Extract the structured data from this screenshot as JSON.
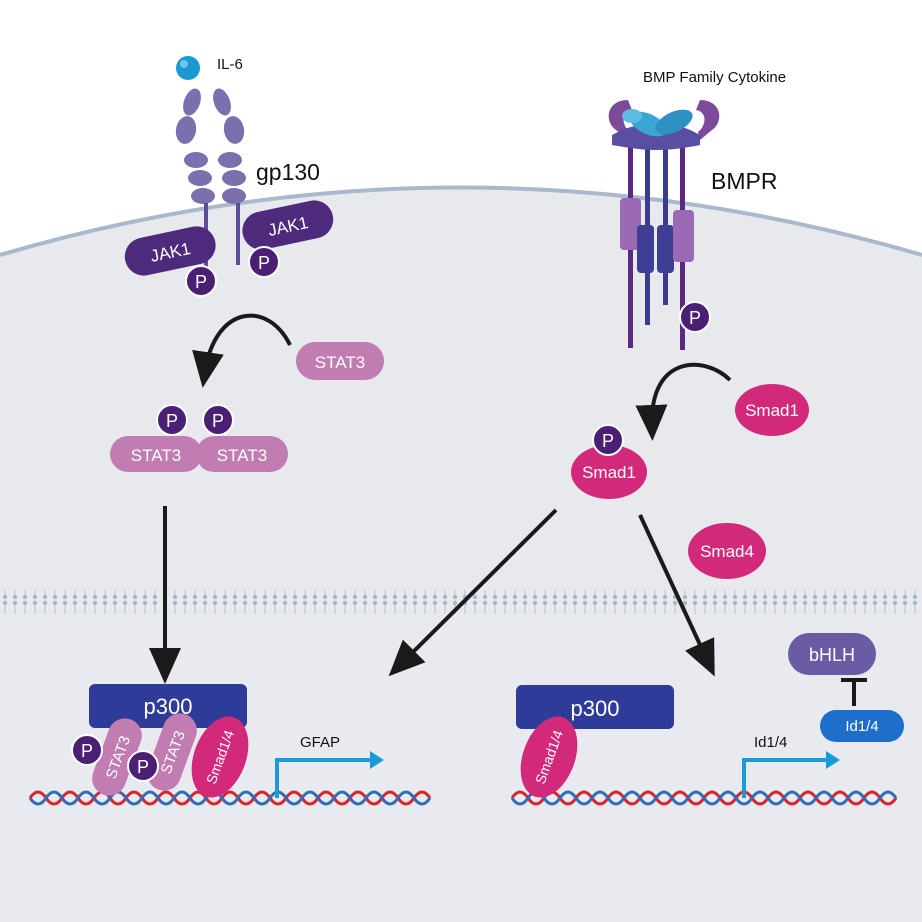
{
  "labels": {
    "il6": "IL-6",
    "gp130": "gp130",
    "jak1_left": "JAK1",
    "jak1_right": "JAK1",
    "bmp_cytokine": "BMP Family Cytokine",
    "bmpr": "BMPR",
    "phospho": "P",
    "stat3_free": "STAT3",
    "stat3_dimer_left": "STAT3",
    "stat3_dimer_right": "STAT3",
    "smad1_free": "Smad1",
    "smad1_phospho": "Smad1",
    "smad4": "Smad4",
    "p300_left": "p300",
    "p300_right": "p300",
    "stat3_dna_1": "STAT3",
    "stat3_dna_2": "STAT3",
    "smad14_left": "Smad1/4",
    "smad14_right": "Smad1/4",
    "gfap": "GFAP",
    "id14_gene": "Id1/4",
    "bhlh": "bHLH",
    "id14_protein": "Id1/4"
  },
  "colors": {
    "background": "#ffffff",
    "cytoplasm": "#e7e8ec",
    "membrane": "#a9b8cc",
    "receptor_purple": "#7b6fae",
    "jak_purple": "#4e2a7c",
    "phospho_purple": "#4b1f74",
    "stat3_pink": "#c17db1",
    "smad_magenta": "#d3297a",
    "p300_blue": "#2f3b99",
    "promoter_arrow": "#1b9bd6",
    "dna_red": "#d6262b",
    "dna_blue": "#2f6db5",
    "bhlh_purple": "#6b5aa4",
    "id_blue": "#1d6fcb",
    "bmp_cyan": "#3aa6d6"
  }
}
